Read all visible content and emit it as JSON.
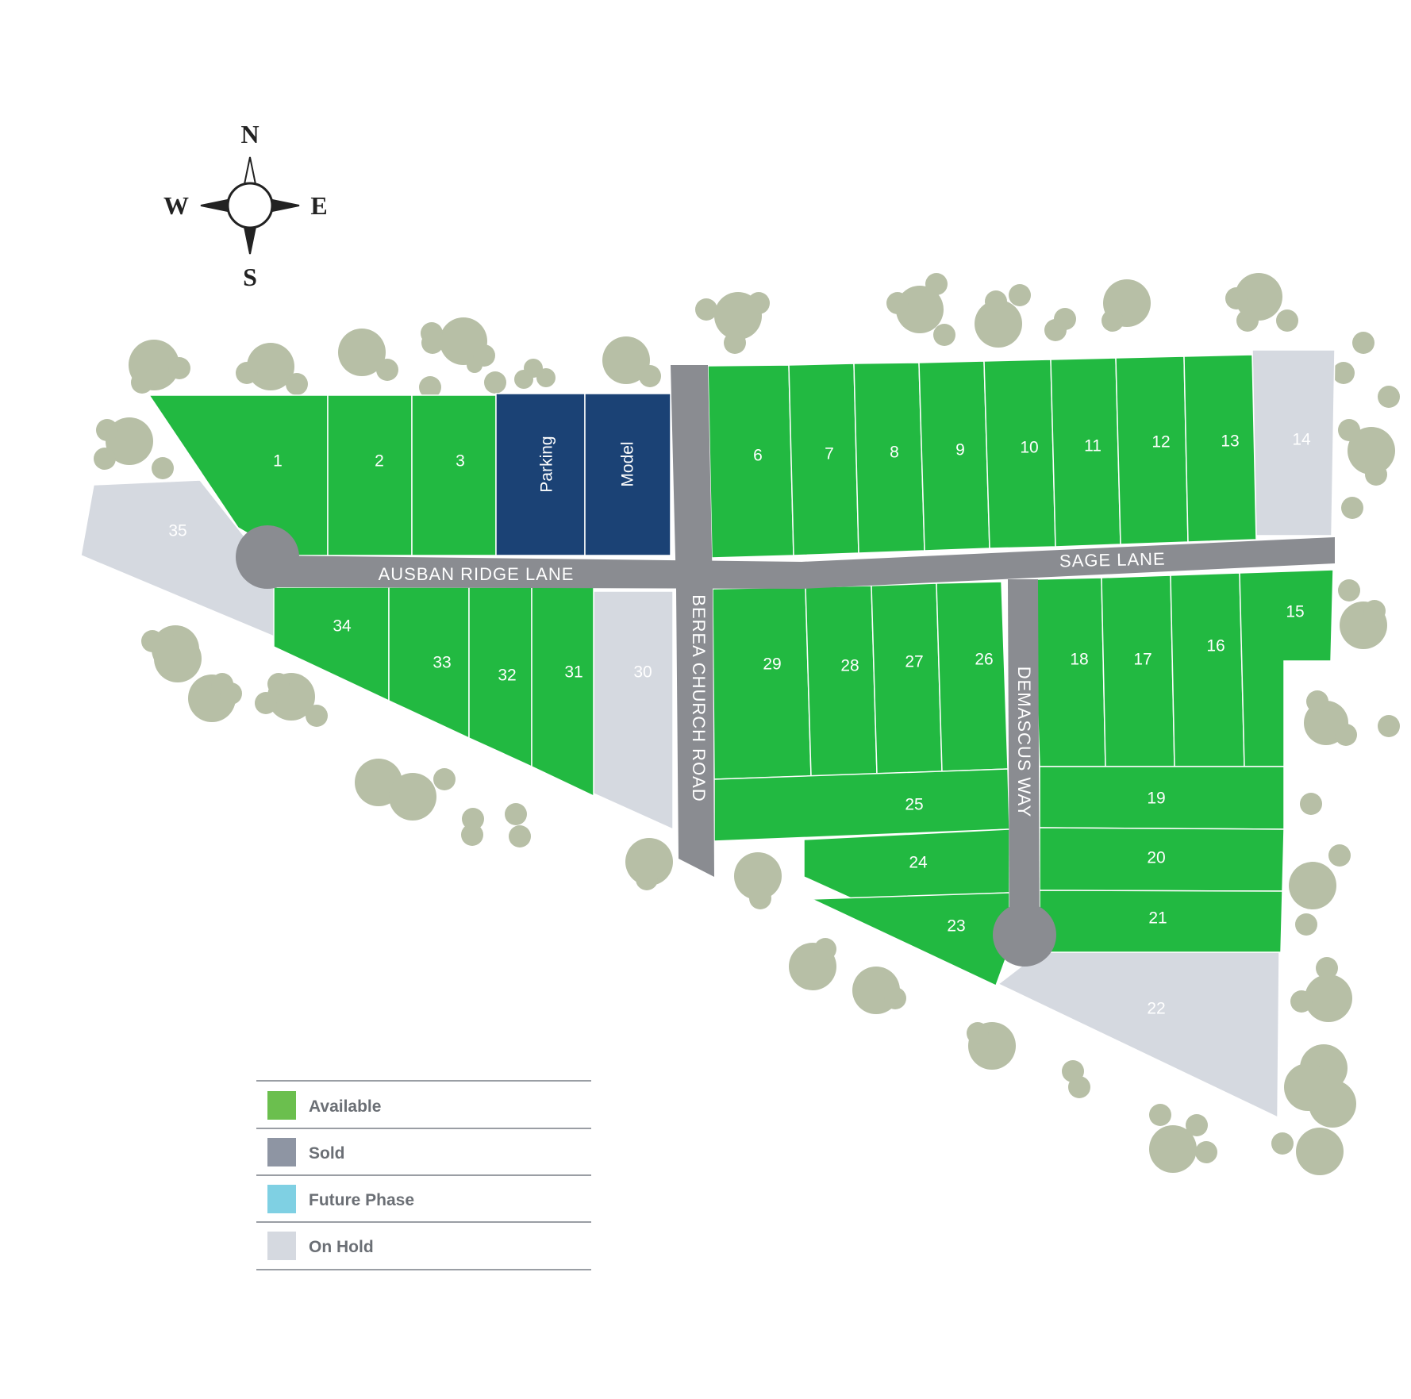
{
  "colors": {
    "available": "#22b941",
    "sold": "#8a8c91",
    "future_phase": "#7fd0e3",
    "on_hold": "#d5d9e0",
    "model": "#1b4275",
    "road": "#8a8c91",
    "tree": "#b7bfa6"
  },
  "compass": {
    "north": "N",
    "south": "S",
    "east": "E",
    "west": "W"
  },
  "streets": {
    "ausban_ridge_lane": "AUSBAN RIDGE LANE",
    "sage_lane": "SAGE LANE",
    "berea_church_road": "BEREA CHURCH ROAD",
    "demascus_way": "DEMASCUS WAY"
  },
  "lots": [
    {
      "id": "lot-1",
      "label": "1",
      "status": "available"
    },
    {
      "id": "lot-2",
      "label": "2",
      "status": "available"
    },
    {
      "id": "lot-3",
      "label": "3",
      "status": "available"
    },
    {
      "id": "lot-parking",
      "label": "Parking",
      "status": "model"
    },
    {
      "id": "lot-model",
      "label": "Model",
      "status": "model"
    },
    {
      "id": "lot-6",
      "label": "6",
      "status": "available"
    },
    {
      "id": "lot-7",
      "label": "7",
      "status": "available"
    },
    {
      "id": "lot-8",
      "label": "8",
      "status": "available"
    },
    {
      "id": "lot-9",
      "label": "9",
      "status": "available"
    },
    {
      "id": "lot-10",
      "label": "10",
      "status": "available"
    },
    {
      "id": "lot-11",
      "label": "11",
      "status": "available"
    },
    {
      "id": "lot-12",
      "label": "12",
      "status": "available"
    },
    {
      "id": "lot-13",
      "label": "13",
      "status": "available"
    },
    {
      "id": "lot-14",
      "label": "14",
      "status": "on_hold"
    },
    {
      "id": "lot-15",
      "label": "15",
      "status": "available"
    },
    {
      "id": "lot-16",
      "label": "16",
      "status": "available"
    },
    {
      "id": "lot-17",
      "label": "17",
      "status": "available"
    },
    {
      "id": "lot-18",
      "label": "18",
      "status": "available"
    },
    {
      "id": "lot-19",
      "label": "19",
      "status": "available"
    },
    {
      "id": "lot-20",
      "label": "20",
      "status": "available"
    },
    {
      "id": "lot-21",
      "label": "21",
      "status": "available"
    },
    {
      "id": "lot-22",
      "label": "22",
      "status": "on_hold"
    },
    {
      "id": "lot-23",
      "label": "23",
      "status": "available"
    },
    {
      "id": "lot-24",
      "label": "24",
      "status": "available"
    },
    {
      "id": "lot-25",
      "label": "25",
      "status": "available"
    },
    {
      "id": "lot-26",
      "label": "26",
      "status": "available"
    },
    {
      "id": "lot-27",
      "label": "27",
      "status": "available"
    },
    {
      "id": "lot-28",
      "label": "28",
      "status": "available"
    },
    {
      "id": "lot-29",
      "label": "29",
      "status": "available"
    },
    {
      "id": "lot-30",
      "label": "30",
      "status": "on_hold"
    },
    {
      "id": "lot-31",
      "label": "31",
      "status": "available"
    },
    {
      "id": "lot-32",
      "label": "32",
      "status": "available"
    },
    {
      "id": "lot-33",
      "label": "33",
      "status": "available"
    },
    {
      "id": "lot-34",
      "label": "34",
      "status": "available"
    },
    {
      "id": "lot-35",
      "label": "35",
      "status": "on_hold"
    }
  ],
  "legend": [
    {
      "label": "Available",
      "color": "#6bbf4e"
    },
    {
      "label": "Sold",
      "color": "#8e95a3"
    },
    {
      "label": "Future Phase",
      "color": "#7fd0e3"
    },
    {
      "label": "On Hold",
      "color": "#d5d9e0"
    }
  ]
}
